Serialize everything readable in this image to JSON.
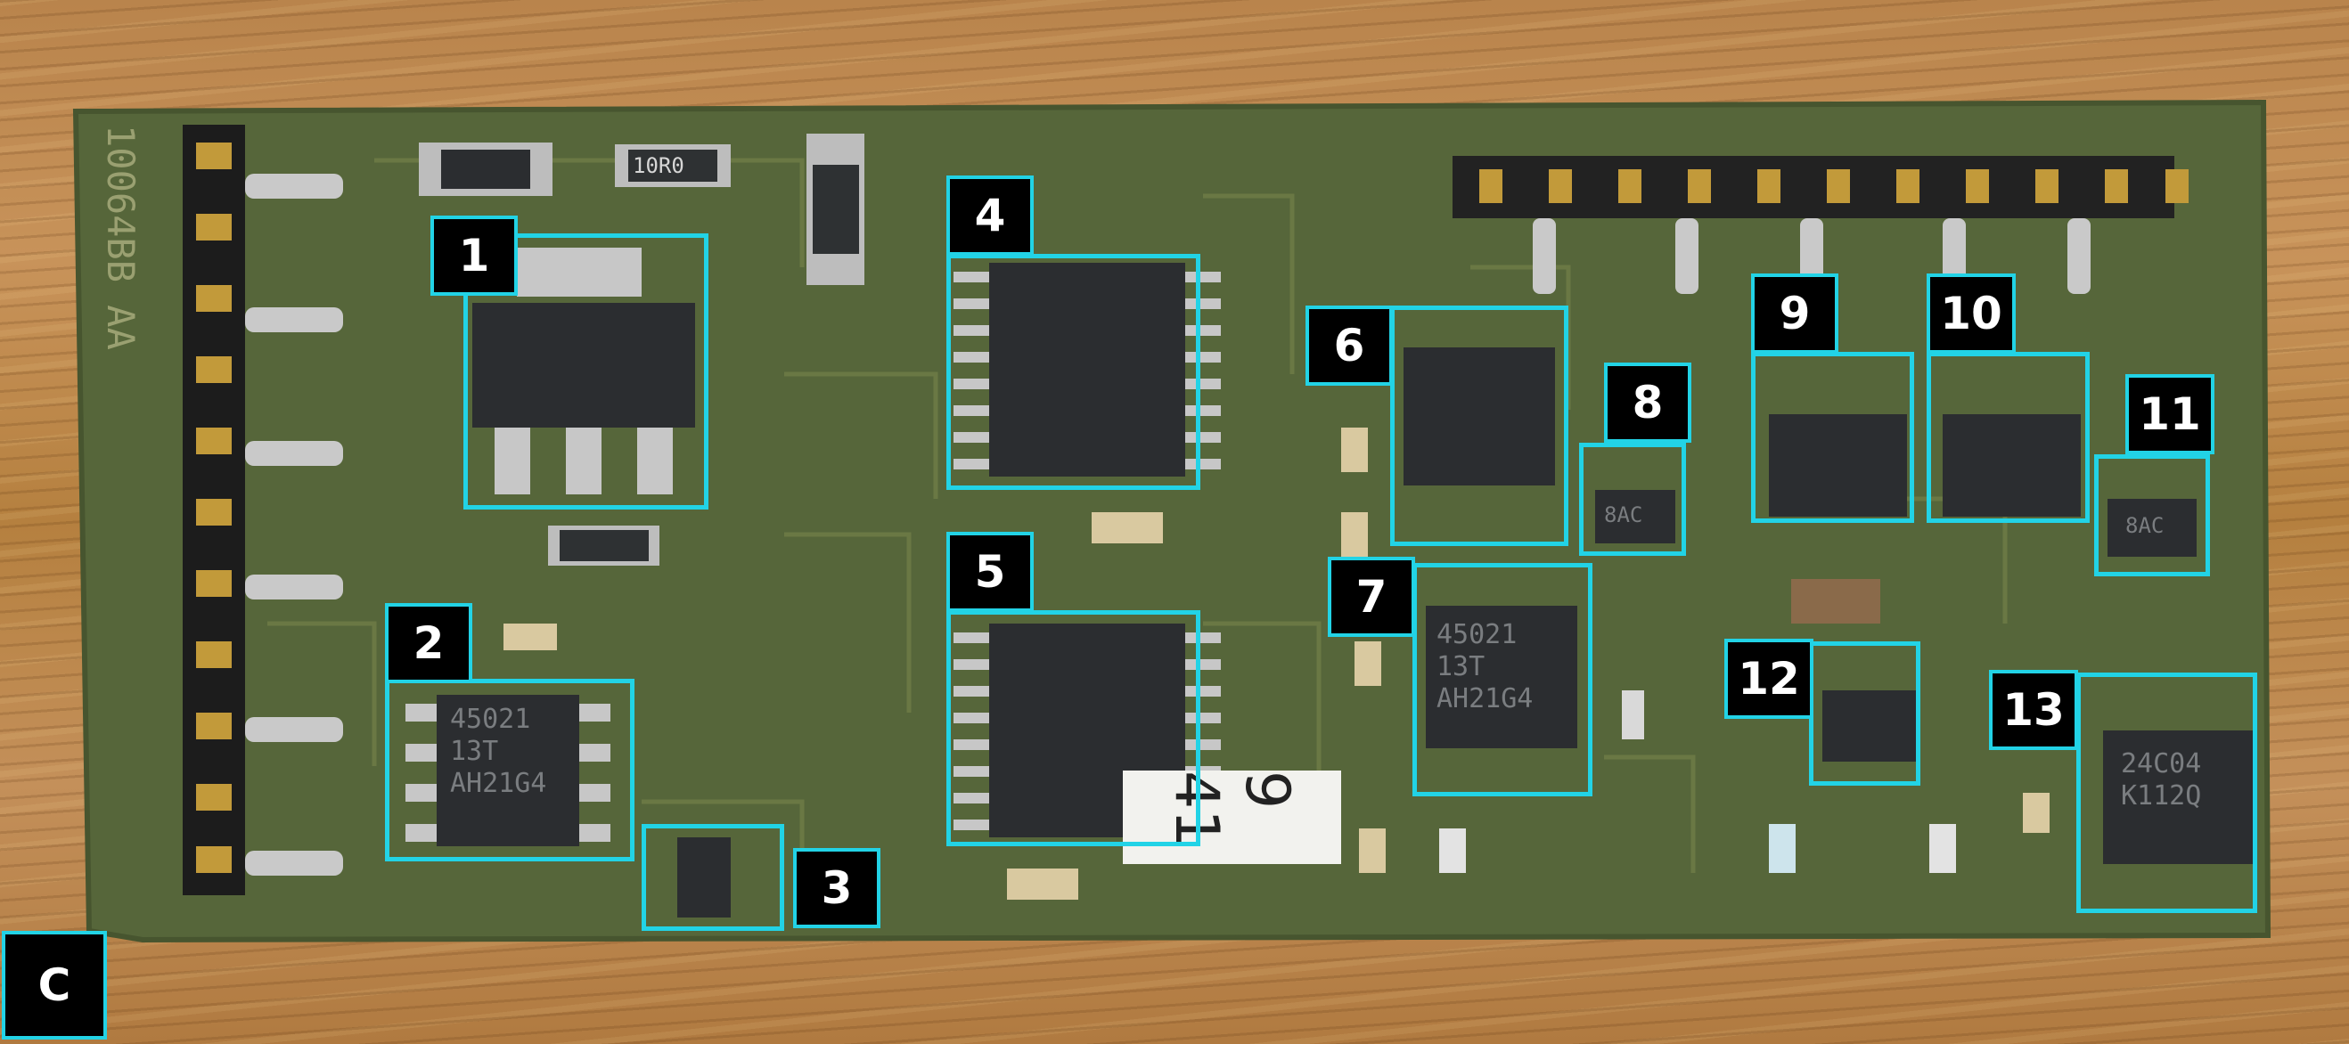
{
  "scene": {
    "description_tag": "pcb-photo",
    "colors": {
      "annotation": "#22d3e6",
      "label_bg": "#000000",
      "label_text": "#ffffff",
      "pcb": "#5b6b3c",
      "wood": "#c08a50"
    }
  },
  "labels": {
    "c1": "1",
    "c2": "2",
    "c3": "3",
    "c4": "4",
    "c5": "5",
    "c6": "6",
    "c7": "7",
    "c8": "8",
    "c9": "9",
    "c10": "10",
    "c11": "11",
    "c12": "12",
    "c13": "13",
    "panel": "C"
  },
  "markings": {
    "chip2": "45021\n13T\nAH21G4",
    "chip7": "45021\n13T\nAH21G4",
    "chip13": "24C04\nK112Q",
    "chip8": "8AC",
    "chip11": "8AC",
    "sticker": "9 41",
    "board_id": "10064BB AA",
    "res_10r0": "10R0"
  }
}
